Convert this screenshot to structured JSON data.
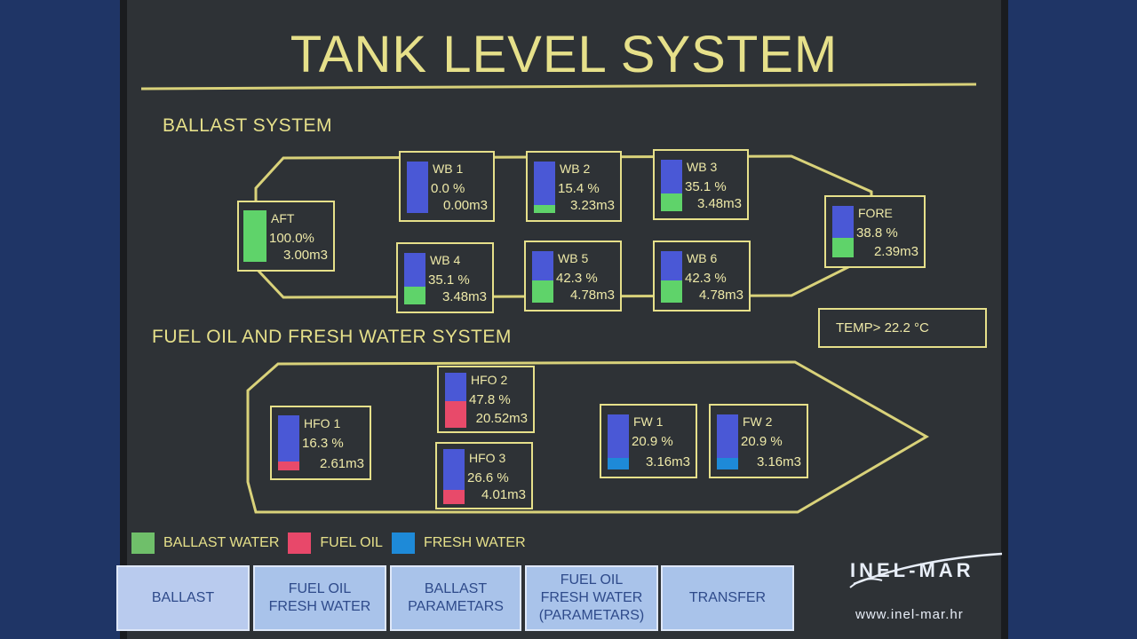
{
  "title": "TANK LEVEL SYSTEM",
  "ballast_label": "BALLAST SYSTEM",
  "fuel_label": "FUEL OIL AND FRESH WATER SYSTEM",
  "temperature": "TEMP> 22.2  °C",
  "tanks": {
    "aft": {
      "name": "AFT",
      "pct": "100.0%",
      "vol": "3.00m3",
      "level": 1.0,
      "type": "ballast"
    },
    "wb1": {
      "name": "WB 1",
      "pct": "0.0    %",
      "vol": "0.00m3",
      "level": 0.0,
      "type": "ballast"
    },
    "wb2": {
      "name": "WB 2",
      "pct": "15.4  %",
      "vol": "3.23m3",
      "level": 0.154,
      "type": "ballast"
    },
    "wb3": {
      "name": "WB 3",
      "pct": "35.1  %",
      "vol": "3.48m3",
      "level": 0.351,
      "type": "ballast"
    },
    "wb4": {
      "name": "WB 4",
      "pct": "35.1  %",
      "vol": "3.48m3",
      "level": 0.351,
      "type": "ballast"
    },
    "wb5": {
      "name": "WB 5",
      "pct": "42.3  %",
      "vol": "4.78m3",
      "level": 0.423,
      "type": "ballast"
    },
    "wb6": {
      "name": "WB 6",
      "pct": "42.3  %",
      "vol": "4.78m3",
      "level": 0.423,
      "type": "ballast"
    },
    "fore": {
      "name": "FORE",
      "pct": "38.8  %",
      "vol": "2.39m3",
      "level": 0.388,
      "type": "ballast"
    },
    "hfo1": {
      "name": "HFO 1",
      "pct": "16.3  %",
      "vol": "2.61m3",
      "level": 0.163,
      "type": "fuel"
    },
    "hfo2": {
      "name": "HFO 2",
      "pct": "47.8  %",
      "vol": "20.52m3",
      "level": 0.478,
      "type": "fuel"
    },
    "hfo3": {
      "name": "HFO 3",
      "pct": "26.6  %",
      "vol": "4.01m3",
      "level": 0.266,
      "type": "fuel"
    },
    "fw1": {
      "name": "FW 1",
      "pct": "20.9  %",
      "vol": "3.16m3",
      "level": 0.209,
      "type": "fresh"
    },
    "fw2": {
      "name": "FW 2",
      "pct": "20.9  %",
      "vol": "3.16m3",
      "level": 0.209,
      "type": "fresh"
    }
  },
  "legend": [
    {
      "label": "BALLAST WATER",
      "color": "#6fbf6a"
    },
    {
      "label": "FUEL OIL",
      "color": "#e8486a"
    },
    {
      "label": "FRESH WATER",
      "color": "#1e8ad8"
    }
  ],
  "nav": [
    {
      "label": "BALLAST"
    },
    {
      "label": "FUEL OIL\nFRESH WATER"
    },
    {
      "label": "BALLAST\nPARAMETARS"
    },
    {
      "label": "FUEL OIL\nFRESH WATER\n(PARAMETARS)"
    },
    {
      "label": "TRANSFER"
    }
  ],
  "logo": "INEL-MAR",
  "url": "www.inel-mar.hr"
}
